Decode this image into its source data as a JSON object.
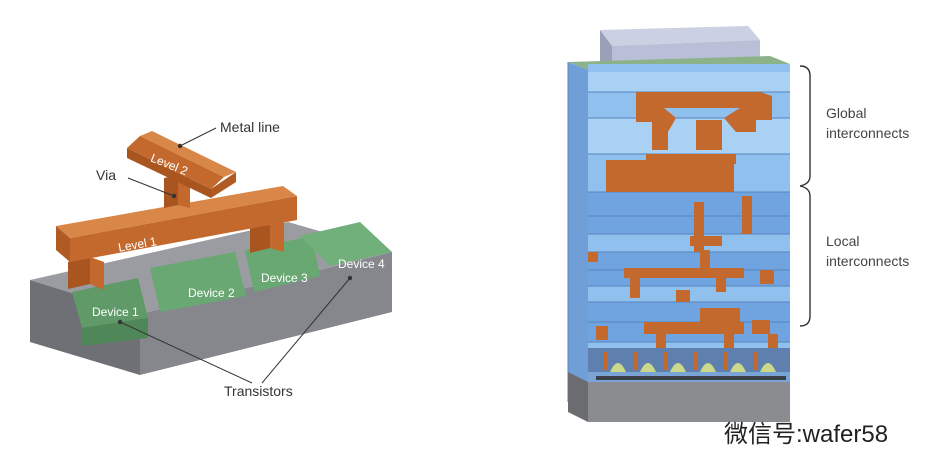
{
  "left_diagram": {
    "labels": {
      "metal_line": "Metal line",
      "via": "Via",
      "level2": "Level 2",
      "level1": "Level 1",
      "transistors": "Transistors"
    },
    "devices": [
      "Device 1",
      "Device 2",
      "Device 3",
      "Device 4"
    ]
  },
  "right_diagram": {
    "global_label_line1": "Global",
    "global_label_line2": "interconnects",
    "local_label_line1": "Local",
    "local_label_line2": "interconnects"
  },
  "watermark": "微信号:wafer58",
  "colors": {
    "copper": "#c4692e",
    "substrate": "#7d7f84",
    "device_green": "#5f9a68",
    "dielectric_blue": "#7fb3e6",
    "cap": "#b9bfd6"
  }
}
